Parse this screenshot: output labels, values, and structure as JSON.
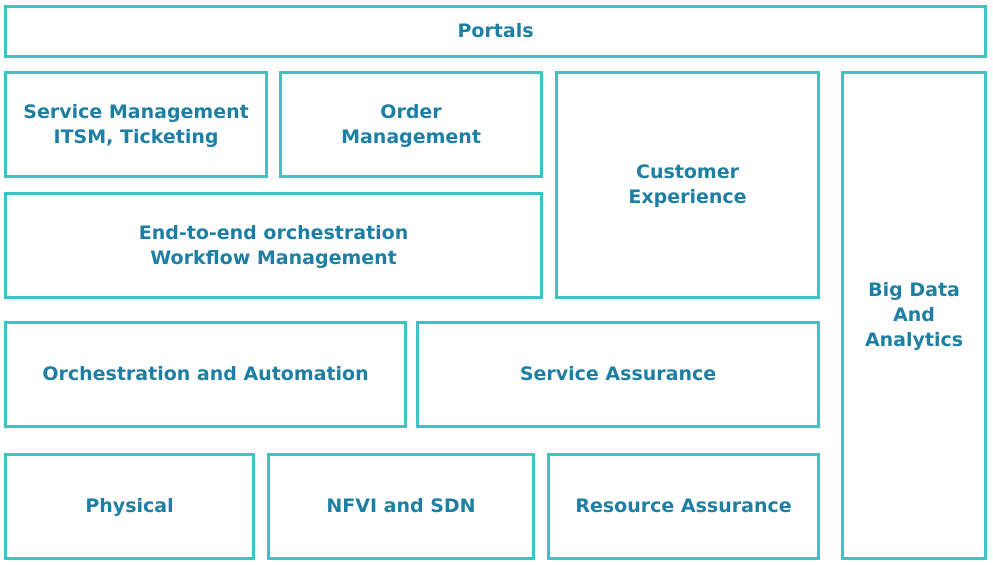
{
  "colors": {
    "border": "#3cc4c4",
    "text": "#1d7fa3",
    "background": "#ffffff"
  },
  "boxes": {
    "portals": "Portals",
    "service_management": "Service Management\nITSM, Ticketing",
    "order_management": "Order\nManagement",
    "customer_experience": "Customer\nExperience",
    "big_data": "Big Data\nAnd\nAnalytics",
    "end_to_end_orchestration": "End-to-end orchestration\nWorkflow Management",
    "orchestration_automation": "Orchestration and Automation",
    "service_assurance": "Service Assurance",
    "physical": "Physical",
    "nfvi_sdn": "NFVI and SDN",
    "resource_assurance": "Resource Assurance"
  }
}
